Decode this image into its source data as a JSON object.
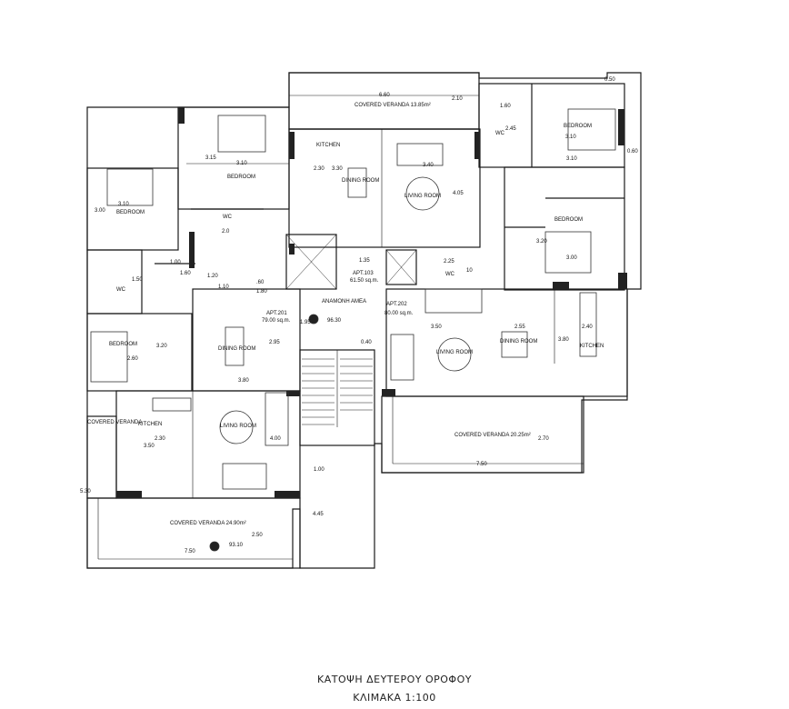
{
  "drawing": {
    "title": "ΚΑΤΟΨΗ ΔΕΥΤΕΡΟΥ ΟΡΟΦΟΥ",
    "scale": "ΚΛΙΜΑΚΑ 1:100"
  },
  "rooms": {
    "veranda_top": "COVERED VERANDA 13.85m²",
    "veranda_right": "COVERED VERANDA 20.25m²",
    "veranda_bottom": "COVERED VERANDA 24.90m²",
    "veranda_left": "COVERED VERANDA",
    "kitchen_top": "KITCHEN",
    "dining_top": "DINING ROOM",
    "living_top": "LIVING ROOM",
    "bedroom_top_center": "BEDROOM",
    "bedroom_top_left": "BEDROOM",
    "wc_top_left": "WC",
    "wc_left": "WC",
    "bedroom_left": "BEDROOM",
    "dining_left": "DINING ROOM",
    "living_left": "LIVING ROOM",
    "kitchen_left": "KITCHEN",
    "bedroom_top_right": "BEDROOM",
    "wc_top_right": "WC",
    "bedroom_right": "BEDROOM",
    "wc_center": "WC",
    "living_right": "LIVING ROOM",
    "dining_right": "DINING ROOM",
    "kitchen_right": "KITCHEN",
    "lift": "ΑΝΑΜΟΝΗ ΑΜΕΑ",
    "lift_value": "96.30",
    "apt201": "APT.201",
    "apt201_area": "79.00 sq.m.",
    "apt203": "APT.103",
    "apt203_area": "61.50 sq.m.",
    "apt202": "APT.202",
    "apt202_area": "80.00 sq.m.",
    "level": "93.10"
  },
  "dimensions": {
    "d660": "6.60",
    "d210": "2.10",
    "d050": "0.50",
    "d160": "1.60",
    "d060": "0.60",
    "d310a": "3.10",
    "d310b": "3.10",
    "d310c": "3.10",
    "d310d": "3.10",
    "d315": "3.15",
    "d230a": "2.30",
    "d330": "3.30",
    "d340": "3.40",
    "d405": "4.05",
    "d300": "3.00",
    "d120": "1.20",
    "d100a": "1.00",
    "d150": "1.50",
    "d160b": "1.60",
    "d110": "1.10",
    "d135": "1.35",
    "d225": "2.25",
    "d320a": "3.20",
    "d320b": "3.20",
    "d300b": "3.00",
    "d295": "2.95",
    "d195": "1.95",
    "d380a": "3.80",
    "d350a": "3.50",
    "d255": "2.55",
    "d240": "2.40",
    "d380b": "3.80",
    "d230b": "2.30",
    "d350b": "3.50",
    "d400": "4.00",
    "d270": "2.70",
    "d750a": "7.50",
    "d100b": "1.00",
    "d530": "5.30",
    "d445": "4.45",
    "d250": "2.50",
    "d750b": "7.50",
    "d040": "0.40",
    "d180": "1.80",
    "d010": "10",
    "d260": "2.60",
    "d200": "2.0",
    "d245": "2.45",
    "d160c": ".60"
  },
  "colors": {
    "line": "#1a1a1a",
    "thin": "#555555",
    "fill": "#222222"
  }
}
